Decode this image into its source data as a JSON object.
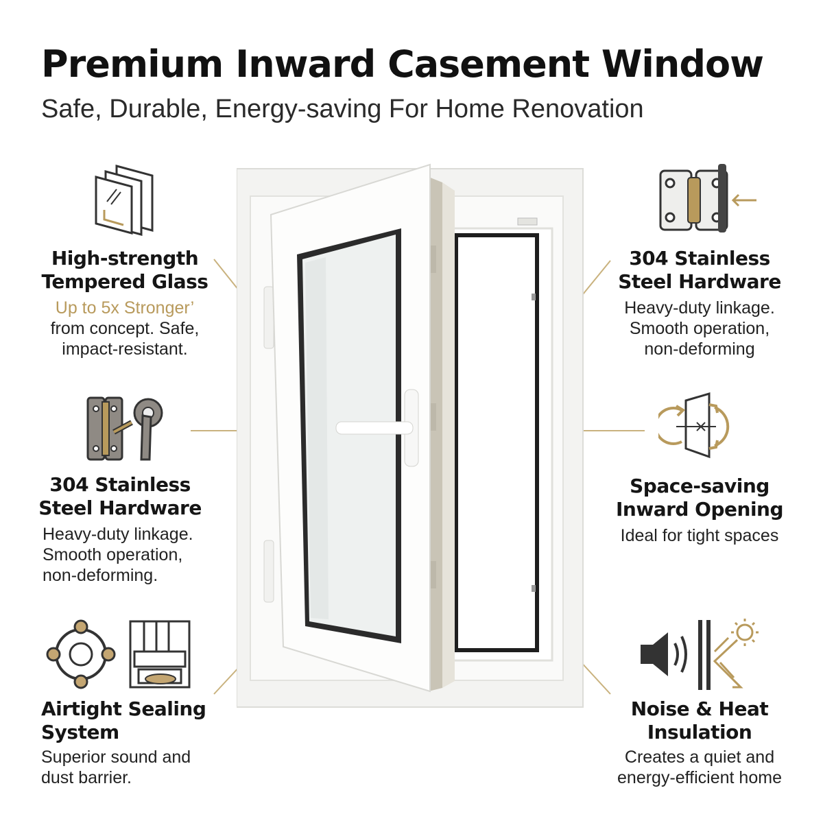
{
  "header": {
    "title": "Premium Inward Casement Window",
    "subtitle": "Safe, Durable, Energy-saving For Home Renovation"
  },
  "features": {
    "glass": {
      "title_line1": "High-strength",
      "title_line2": "Tempered Glass",
      "highlight": "Up to 5x Stronger’",
      "desc_line1": "from concept. Safe,",
      "desc_line2": "impact-resistant.",
      "icon": "glass-panes-icon"
    },
    "hardware_right": {
      "title_line1": "304 Stainless",
      "title_line2": "Steel Hardware",
      "desc_line1": "Heavy-duty linkage.",
      "desc_line2": "Smooth operation,",
      "desc_line3": "non-deforming",
      "icon": "hinge-icon"
    },
    "hardware_left": {
      "title_line1": "304 Stainless",
      "title_line2": "Steel Hardware",
      "desc_line1": "Heavy-duty linkage.",
      "desc_line2": "Smooth operation,",
      "desc_line3": "non-deforming.",
      "icon": "hinge-handle-icon"
    },
    "inward": {
      "title_line1": "Space-saving",
      "title_line2": "Inward Opening",
      "desc_line1": "Ideal for tight spaces",
      "icon": "inward-opening-icon"
    },
    "sealing": {
      "title_line1": "Airtight Sealing",
      "title_line2": "System",
      "desc_line1": "Superior sound and",
      "desc_line2": "dust barrier.",
      "icon": "sealing-profile-icon"
    },
    "insulation": {
      "title_line1": "Noise & Heat",
      "title_line2": "Insulation",
      "desc_line1": "Creates a quiet and",
      "desc_line2": "energy-efficient home",
      "icon": "sound-heat-icon"
    }
  },
  "colors": {
    "accent_gold": "#b89a5c",
    "text_dark": "#151515",
    "icon_gray": "#8f8a84",
    "frame_white": "#f7f7f5"
  }
}
